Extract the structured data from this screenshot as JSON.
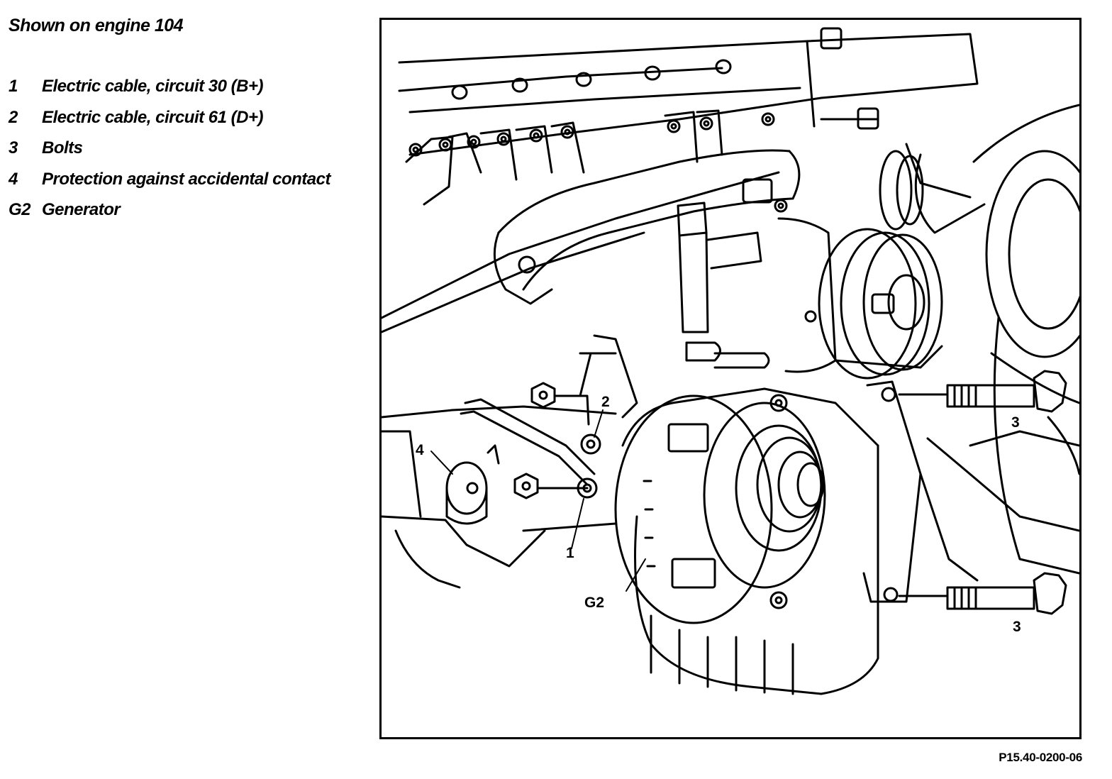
{
  "caption": {
    "title": "Shown on engine 104"
  },
  "legend": [
    {
      "key": "1",
      "text": "Electric cable, circuit 30 (B+)"
    },
    {
      "key": "2",
      "text": "Electric cable, circuit 61 (D+)"
    },
    {
      "key": "3",
      "text": "Bolts"
    },
    {
      "key": "4",
      "text": "Protection against accidental contact"
    },
    {
      "key": "G2",
      "text": "Generator"
    }
  ],
  "callouts": {
    "c1": "1",
    "c2": "2",
    "c3a": "3",
    "c3b": "3",
    "c4": "4",
    "cG2": "G2"
  },
  "figure_id": "P15.40-0200-06"
}
